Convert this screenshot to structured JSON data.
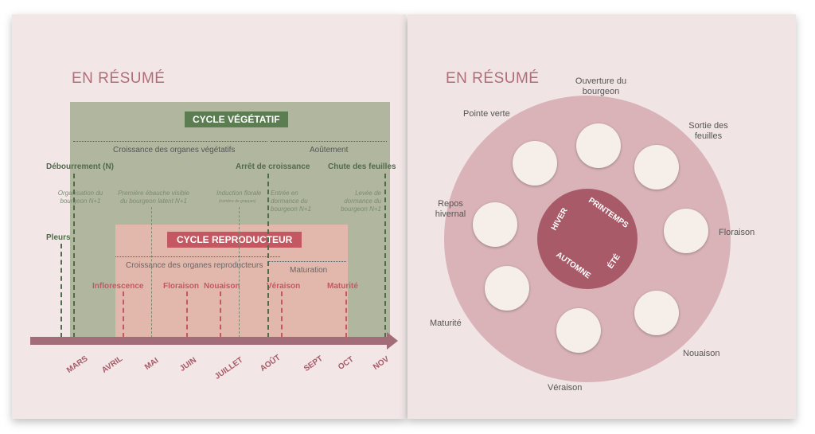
{
  "left": {
    "title": "EN RÉSUMÉ",
    "veg_cycle": "CYCLE VÉGÉTATIF",
    "repro_cycle": "CYCLE REPRODUCTEUR",
    "veg_growth": "Croissance des organes végétatifs",
    "aoutement": "Aoûtement",
    "debourrement": "Débourrement (N)",
    "arret": "Arrêt de croissance",
    "chute": "Chute des feuilles",
    "organisation": "Organisation du bourgeon N+1",
    "ebauche": "Première ébauche visible du bourgeon latent N+1",
    "induction": "Induction florale",
    "induction_sub": "(nombre de grappes)",
    "entree": "Entrée en dormance du bourgeon N+1",
    "levee": "Levée de dormance du bourgeon N+1",
    "pleurs": "Pleurs",
    "repro_growth": "Croissance des organes reproducteurs",
    "maturation": "Maturation",
    "inflorescence": "Inflorescence",
    "floraison": "Floraison",
    "nouaison": "Nouaison",
    "veraison": "Véraison",
    "maturite": "Maturité",
    "months": [
      "MARS",
      "AVRIL",
      "MAI",
      "JUIN",
      "JUILLET",
      "AOÛT",
      "SEPT",
      "OCT",
      "NOV"
    ]
  },
  "right": {
    "title": "EN RÉSUMÉ",
    "seasons": [
      "HIVER",
      "PRINTEMPS",
      "ÉTÉ",
      "AUTOMNE"
    ],
    "stages": [
      "Repos hivernal",
      "Pointe verte",
      "Ouverture du bourgeon",
      "Sortie des feuilles",
      "Floraison",
      "Nouaison",
      "Véraison",
      "Maturité"
    ]
  },
  "colors": {
    "green": "#b1b79f",
    "pink": "#e6b7ac",
    "rose": "#a85a68"
  }
}
